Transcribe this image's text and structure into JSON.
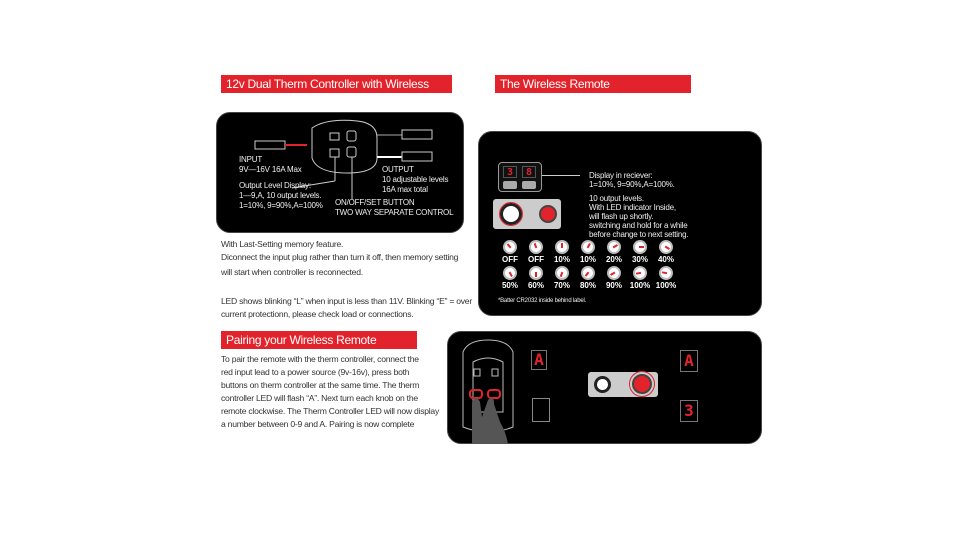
{
  "controller": {
    "title": "12v Dual Therm Controller with Wireless Remote",
    "input_label": "INPUT",
    "input_spec": "9V—16V 16A Max",
    "display_label": "Output Level Display:",
    "display_line1": "1—9,A, 10 output levels.",
    "display_line2": "1=10%, 9=90%,A=100%",
    "output_label": "OUTPUT",
    "output_line1": "10 adjustable levels",
    "output_line2": "16A max total",
    "button_line1": "ON/OFF/SET BUTTON",
    "button_line2": "TWO WAY SEPARATE CONTROL"
  },
  "notes": {
    "memory_line1": "With Last-Setting memory feature.",
    "memory_line2": "Diconnect the input plug rather than turn it off, then memory setting",
    "memory_line3": "will start when controller is reconnected.",
    "led_line1": "LED shows blinking “L” when input is less than 11V. Blinking “E” = over",
    "led_line2": "current protectionn, please check load or connections."
  },
  "pairing": {
    "title": "Pairing your Wireless Remote",
    "lines": [
      "To pair the remote with the therm controller, connect the",
      "red input lead to a power source (9v-16v), press both",
      "buttons on therm controller at the same time.  The  therm",
      "controller LED will flash “A”.  Next turn each knob on the",
      "remote clockwise. The Therm Controller LED will now display",
      "a number between 0-9 and A. Pairing is now complete"
    ],
    "display_top": "A",
    "display_right_top": "A",
    "display_right_bottom": "3"
  },
  "remote": {
    "title": "The  Wireless Remote",
    "digit1": "3",
    "digit2": "8",
    "display_note1": "Display in reciever:",
    "display_note2": "1=10%, 9=90%,A=100%.",
    "levels_note": [
      "10 output levels.",
      "With LED indicator Inside,",
      "will flash up shortly.",
      "switching and hold for a while",
      "before change to next setting."
    ],
    "knob_levels": [
      "OFF",
      "OFF",
      "10%",
      "10%",
      "20%",
      "30%",
      "40%",
      "50%",
      "60%",
      "70%",
      "80%",
      "90%",
      "100%",
      "100%"
    ],
    "battery_note": "*Batter   CR2032 inside behind label."
  },
  "colors": {
    "accent": "#e3232b",
    "panel": "#000000"
  }
}
